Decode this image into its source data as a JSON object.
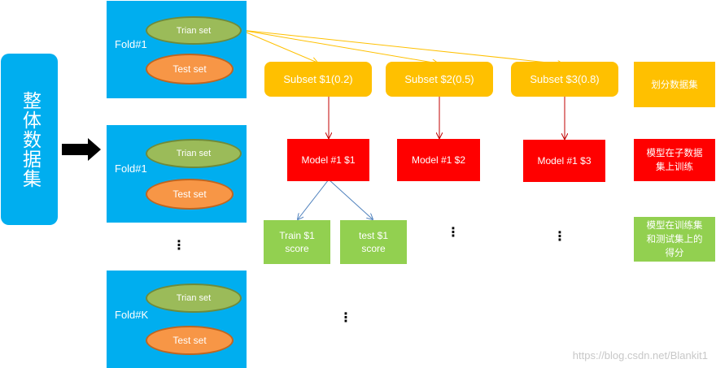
{
  "whole_dataset": "整体数据集",
  "folds": [
    {
      "label": "Fold#1",
      "train": "Trian set",
      "test": "Test set"
    },
    {
      "label": "Fold#1",
      "train": "Trian set",
      "test": "Test set"
    },
    {
      "label": "Fold#K",
      "train": "Trian set",
      "test": "Test set"
    }
  ],
  "subsets": [
    "Subset $1(0.2)",
    "Subset $2(0.5)",
    "Subset $3(0.8)"
  ],
  "models": [
    "Model #1 $1",
    "Model #1 $2",
    "Model #1 $3"
  ],
  "scores": [
    "Train $1 score",
    "test $1 score"
  ],
  "ellipsis": "⋮",
  "legend": {
    "split": "划分数据集",
    "train_on_subset": "模型在子数据集上训练",
    "score": "模型在训练集和测试集上的得分"
  },
  "colors": {
    "fold_bg": "#00aeef",
    "train_set": "#9bbb59",
    "test_set": "#f79646",
    "subset": "#ffc000",
    "model": "#ff0000",
    "score": "#92d050",
    "subset_arrow": "#ffc000",
    "model_arrow": "#c00000",
    "score_arrow": "#4f81bd"
  },
  "watermark": "https://blog.csdn.net/Blankit1"
}
